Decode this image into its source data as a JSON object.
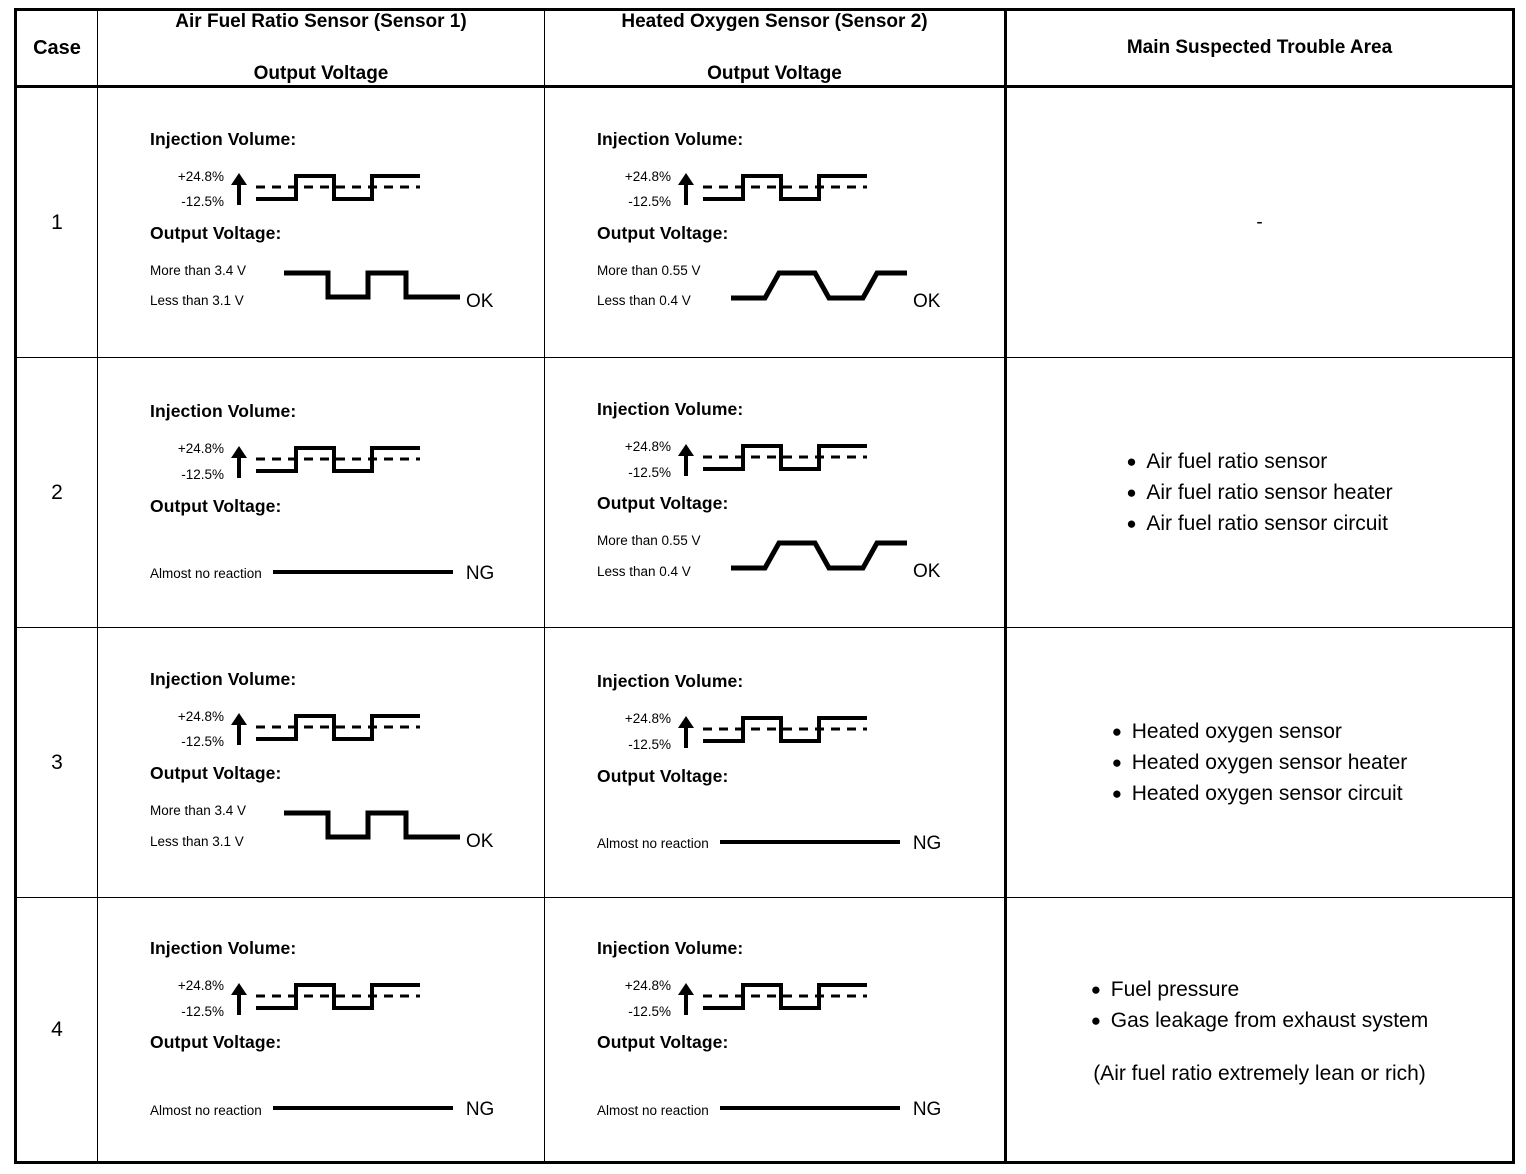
{
  "table": {
    "headers": {
      "case": "Case",
      "sensor1_line1": "Air Fuel Ratio Sensor (Sensor 1)",
      "sensor1_line2": "Output Voltage",
      "sensor2_line1": "Heated Oxygen Sensor (Sensor 2)",
      "sensor2_line2": "Output Voltage",
      "cause": "Main Suspected Trouble Area"
    },
    "labels": {
      "injection_volume": "Injection Volume:",
      "output_voltage": "Output Voltage:",
      "inj_high": "+24.8%",
      "inj_low": "-12.5%",
      "s1_high": "More than 3.4 V",
      "s1_low": "Less than 3.1 V",
      "s2_high": "More than 0.55 V",
      "s2_low": "Less than 0.4 V",
      "no_reaction": "Almost no reaction",
      "ok": "OK",
      "ng": "NG",
      "none": "-"
    },
    "rows": [
      {
        "case": "1",
        "sensor1": {
          "state": "ok",
          "verdict": "OK",
          "high": "More than 3.4 V",
          "low": "Less than 3.1 V"
        },
        "sensor2": {
          "state": "ok",
          "verdict": "OK",
          "high": "More than 0.55 V",
          "low": "Less than 0.4 V"
        },
        "cause": {
          "kind": "none",
          "dash": "-",
          "items": [],
          "note": ""
        }
      },
      {
        "case": "2",
        "sensor1": {
          "state": "ng",
          "verdict": "NG",
          "flat": "Almost no reaction"
        },
        "sensor2": {
          "state": "ok",
          "verdict": "OK",
          "high": "More than 0.55 V",
          "low": "Less than 0.4 V"
        },
        "cause": {
          "kind": "list",
          "items": [
            "Air fuel ratio sensor",
            "Air fuel ratio sensor heater",
            "Air fuel ratio sensor circuit"
          ],
          "note": ""
        }
      },
      {
        "case": "3",
        "sensor1": {
          "state": "ok",
          "verdict": "OK",
          "high": "More than 3.4 V",
          "low": "Less than 3.1 V"
        },
        "sensor2": {
          "state": "ng",
          "verdict": "NG",
          "flat": "Almost no reaction"
        },
        "cause": {
          "kind": "list",
          "items": [
            "Heated oxygen sensor",
            "Heated oxygen sensor heater",
            "Heated oxygen sensor circuit"
          ],
          "note": ""
        }
      },
      {
        "case": "4",
        "sensor1": {
          "state": "ng",
          "verdict": "NG",
          "flat": "Almost no reaction"
        },
        "sensor2": {
          "state": "ng",
          "verdict": "NG",
          "flat": "Almost no reaction"
        },
        "cause": {
          "kind": "list",
          "items": [
            "Fuel pressure",
            "Gas leakage from exhaust system"
          ],
          "note": "(Air fuel ratio extremely lean or rich)"
        }
      }
    ]
  },
  "colors": {
    "ink": "#000000",
    "paper": "#ffffff"
  }
}
